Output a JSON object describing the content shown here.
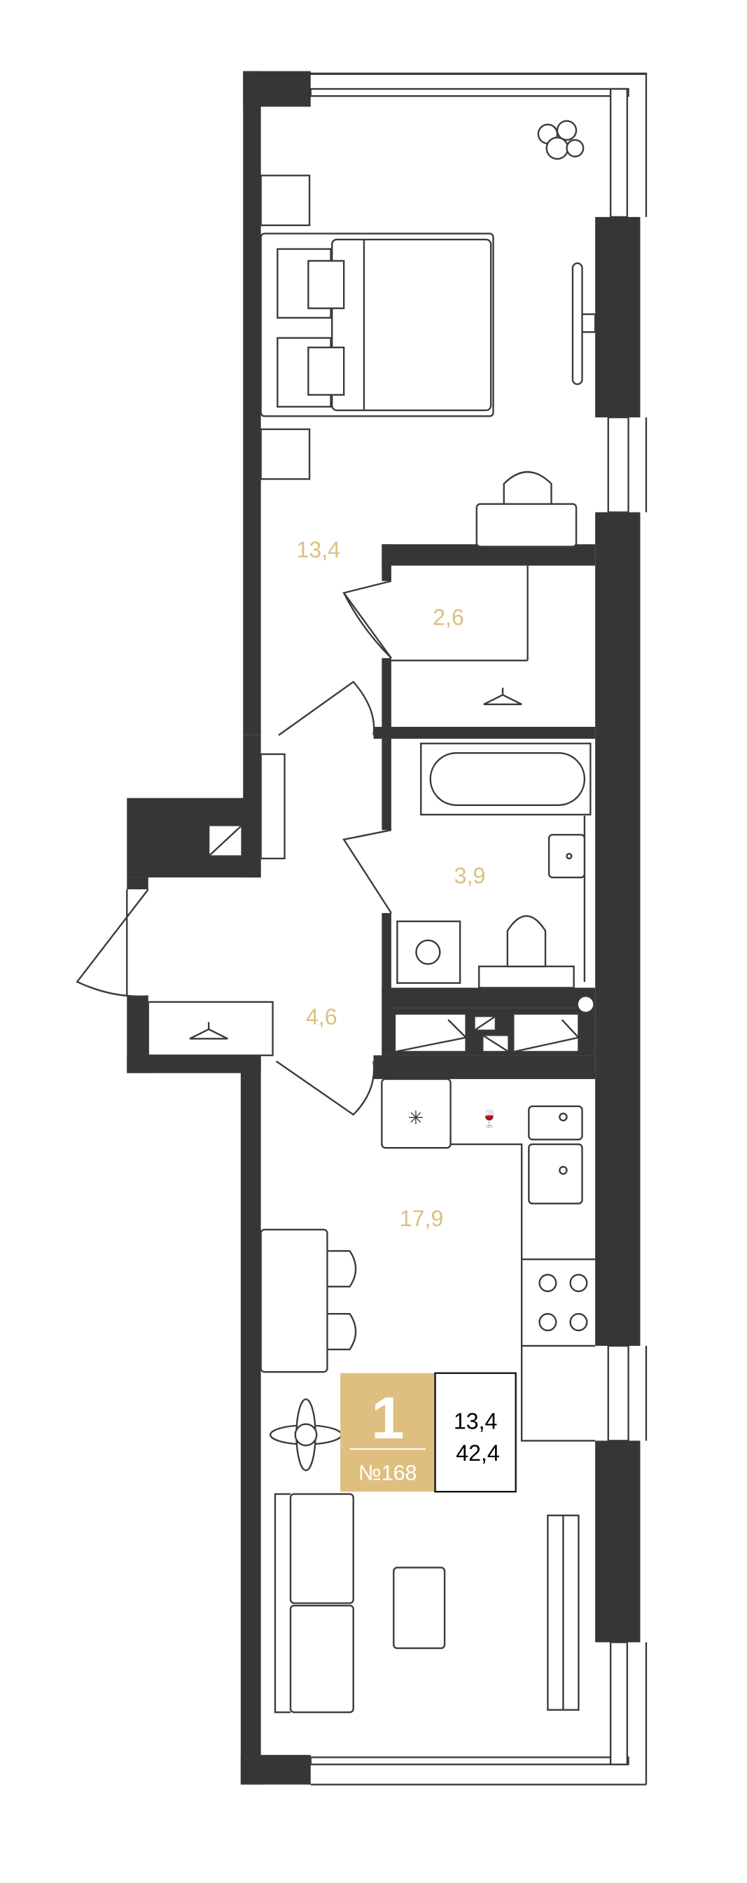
{
  "plan": {
    "rooms": [
      {
        "name": "bedroom",
        "area": "13,4"
      },
      {
        "name": "wardrobe",
        "area": "2,6"
      },
      {
        "name": "bathroom",
        "area": "3,9"
      },
      {
        "name": "hallway",
        "area": "4,6"
      },
      {
        "name": "kitchen-living",
        "area": "17,9"
      }
    ],
    "badge": {
      "rooms": "1",
      "number": "№168",
      "living_area": "13,4",
      "total_area": "42,4"
    },
    "colors": {
      "accent": "#dfbf80",
      "wall": "#363636"
    }
  }
}
